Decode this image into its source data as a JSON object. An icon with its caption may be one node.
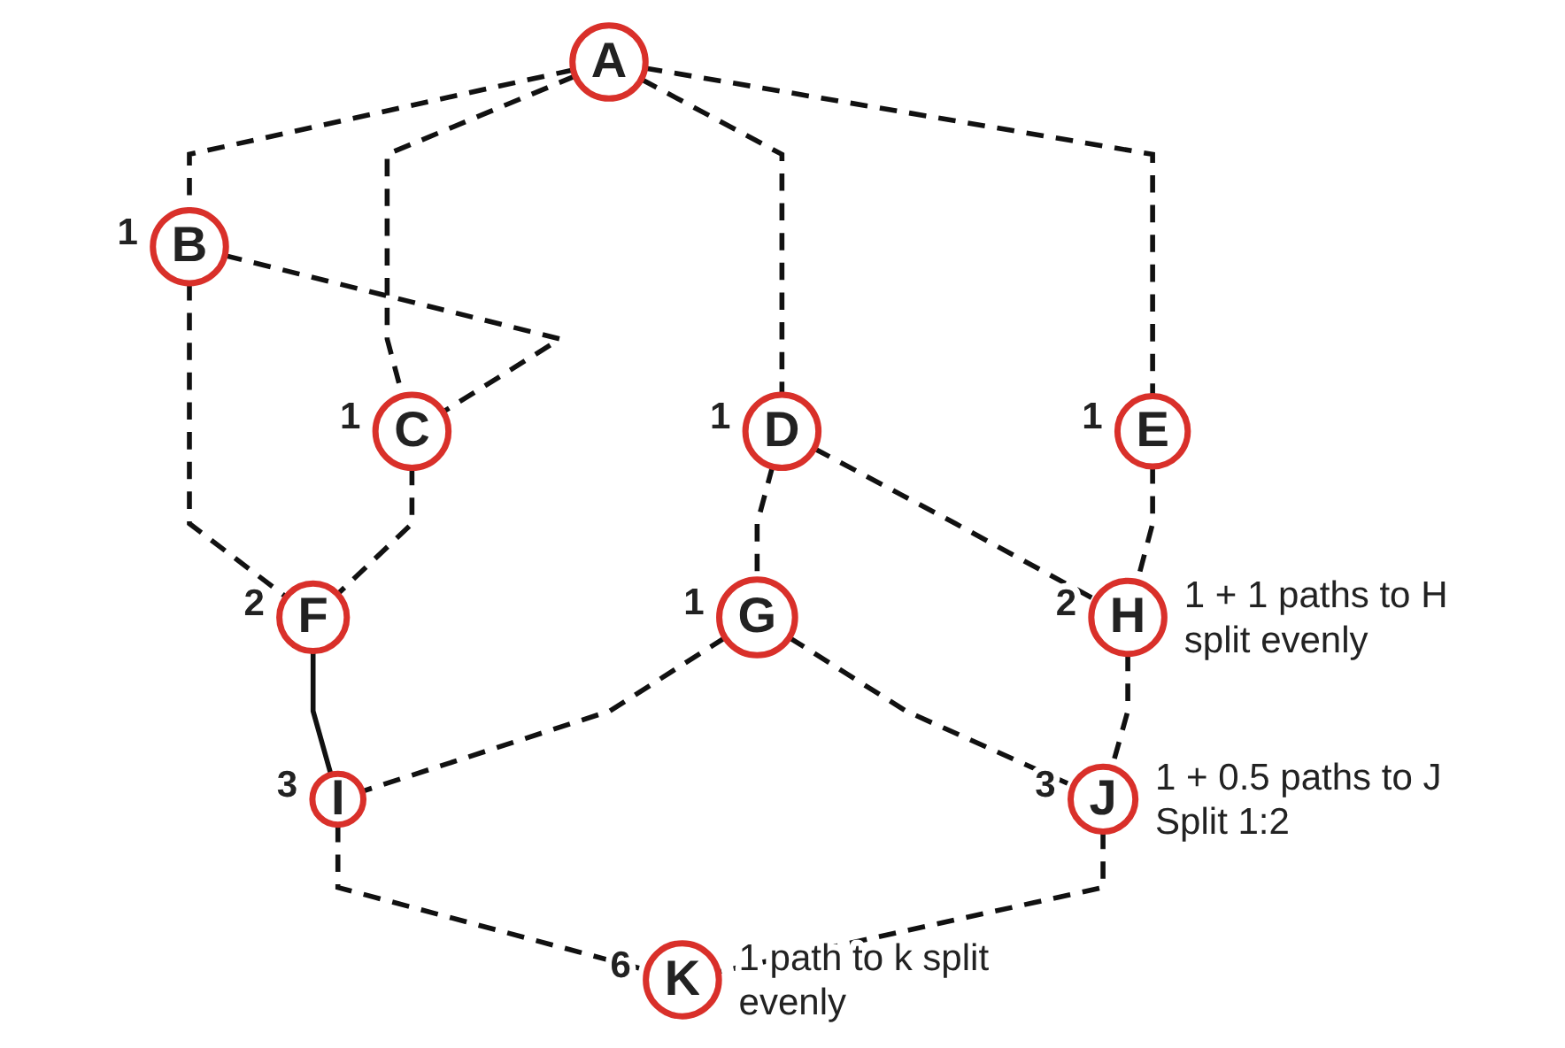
{
  "diagram": {
    "nodes": [
      {
        "text": [
          "A"
        ]
      },
      {
        "text": [
          "B"
        ],
        "beside": [
          "1"
        ]
      },
      {
        "text": [
          "C"
        ],
        "beside": [
          "1"
        ]
      },
      {
        "text": [
          "D"
        ],
        "beside": [
          "1"
        ]
      },
      {
        "text": [
          "E"
        ],
        "beside": [
          "1"
        ]
      },
      {
        "text": [
          "F"
        ],
        "beside": [
          "2"
        ]
      },
      {
        "text": [
          "G"
        ],
        "beside": [
          "1"
        ]
      },
      {
        "text": [
          "H"
        ],
        "beside": [
          "2",
          "1 + 1 paths to H split evenly"
        ]
      },
      {
        "text": [
          "I"
        ],
        "beside": [
          "3"
        ]
      },
      {
        "text": [
          "J"
        ],
        "beside": [
          "3",
          "1 + 0.5 paths to J Split 1:2"
        ]
      },
      {
        "text": [
          "K"
        ],
        "beside": [
          "6",
          "1 path to k split evenly"
        ]
      }
    ],
    "edges": [
      {
        "from": 0,
        "to": 1,
        "arrow": "none",
        "style": "dashed"
      },
      {
        "from": 0,
        "to": 2,
        "arrow": "none",
        "style": "dashed"
      },
      {
        "from": 0,
        "to": 3,
        "arrow": "none",
        "style": "dashed"
      },
      {
        "from": 0,
        "to": 4,
        "arrow": "none",
        "style": "dashed"
      },
      {
        "from": 1,
        "to": 2,
        "arrow": "none",
        "style": "dashed"
      },
      {
        "from": 1,
        "to": 5,
        "arrow": "none",
        "style": "dashed"
      },
      {
        "from": 2,
        "to": 5,
        "arrow": "none",
        "style": "dashed"
      },
      {
        "from": 3,
        "to": 6,
        "arrow": "none",
        "style": "dashed"
      },
      {
        "from": 3,
        "to": 7,
        "arrow": "none",
        "style": "dashed"
      },
      {
        "from": 4,
        "to": 7,
        "arrow": "none",
        "style": "dashed"
      },
      {
        "from": 5,
        "to": 8,
        "arrow": "none"
      },
      {
        "from": 6,
        "to": 8,
        "arrow": "none",
        "style": "dashed"
      },
      {
        "from": 6,
        "to": 9,
        "arrow": "none",
        "style": "dashed"
      },
      {
        "from": 7,
        "to": 9,
        "arrow": "none",
        "style": "dashed"
      },
      {
        "from": 8,
        "to": 10,
        "arrow": "none",
        "style": "dashed"
      },
      {
        "from": 9,
        "to": 10,
        "arrow": "none",
        "style": "dashed"
      }
    ]
  }
}
